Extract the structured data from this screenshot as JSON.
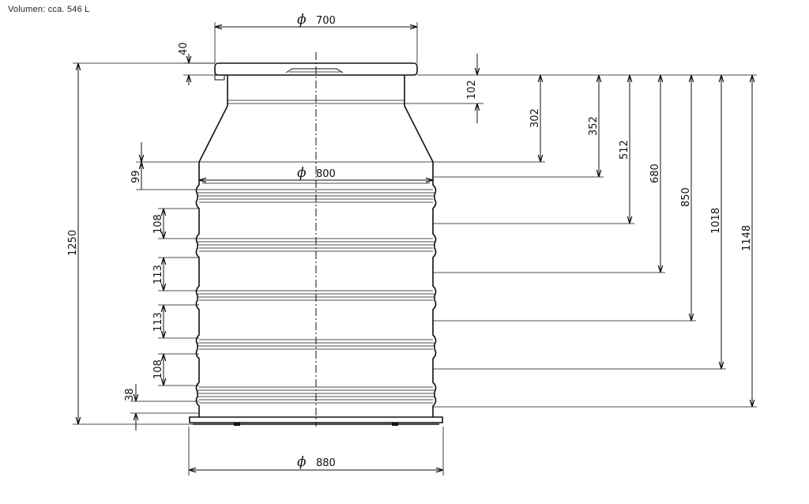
{
  "note": "Volumen: cca. 546 L",
  "diameters": {
    "top": {
      "symbol": "ϕ",
      "value": "700"
    },
    "body": {
      "symbol": "ϕ",
      "value": "800"
    },
    "bottom": {
      "symbol": "ϕ",
      "value": "880"
    }
  },
  "heights": {
    "lid": "40",
    "total": "1250",
    "neck": "102",
    "upper_band": "99",
    "ring_1": "108",
    "ring_2": "113",
    "ring_3": "113",
    "ring_4": "108",
    "bottom_band": "38"
  },
  "right_dims": [
    "302",
    "352",
    "512",
    "680",
    "850",
    "1018",
    "1148"
  ]
}
